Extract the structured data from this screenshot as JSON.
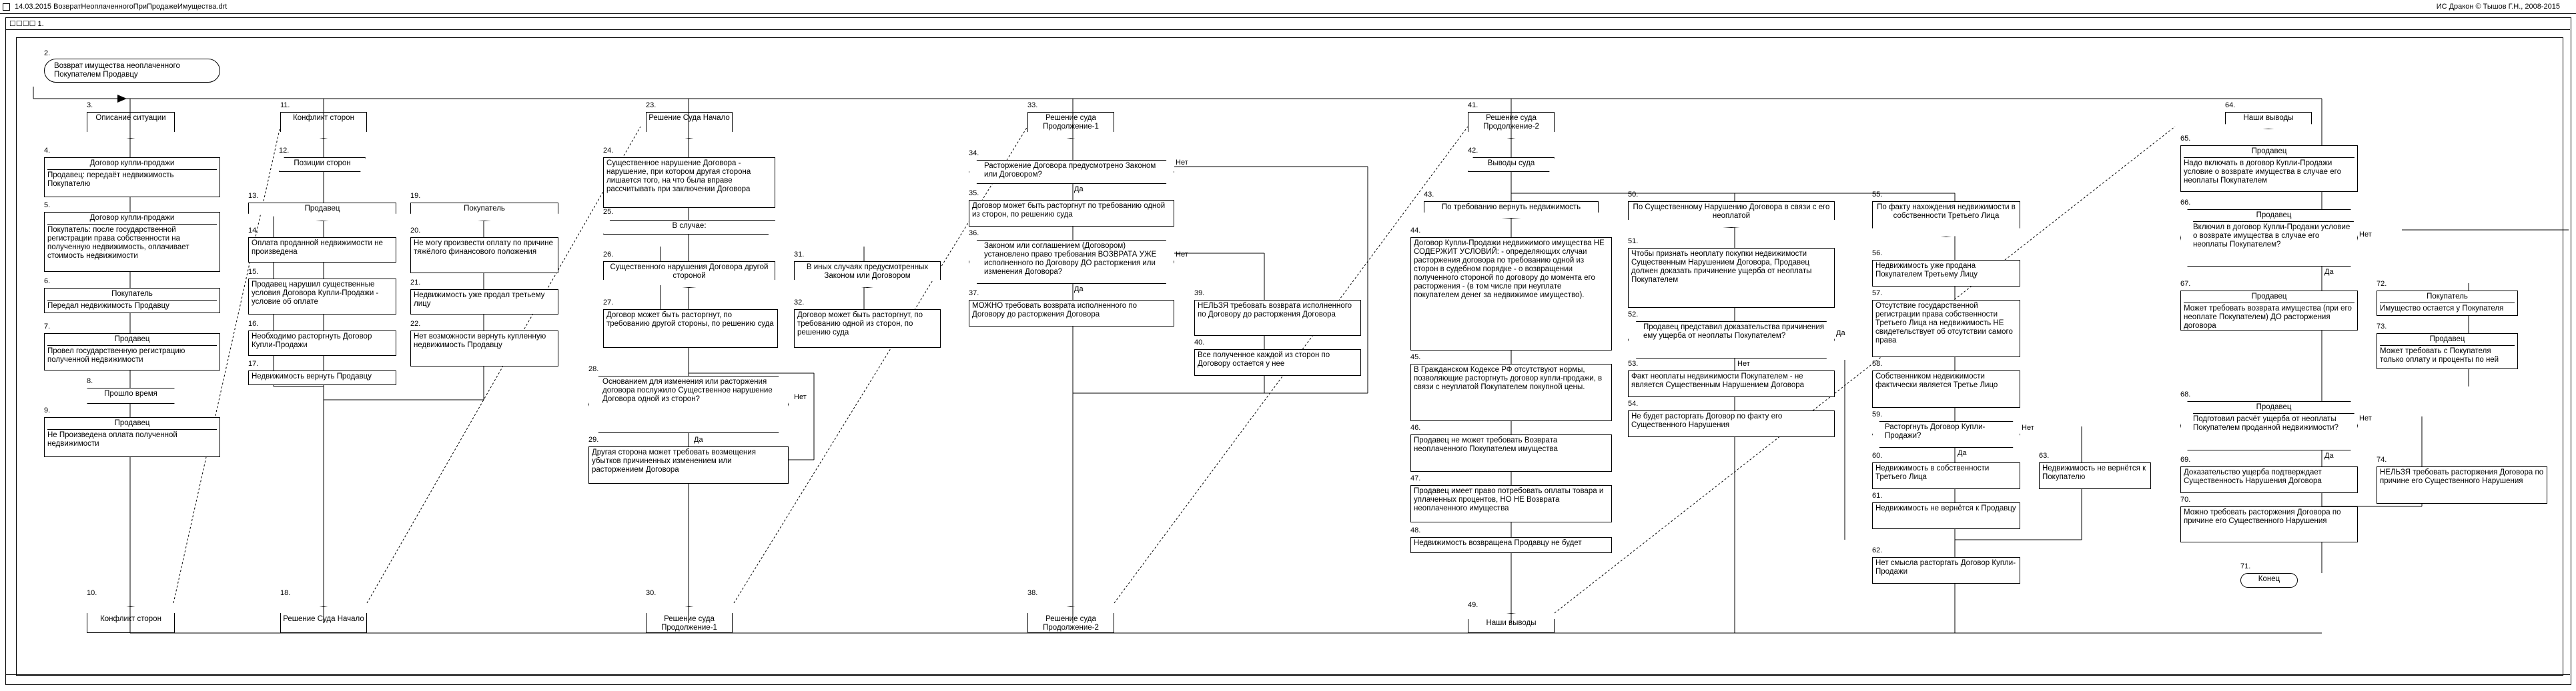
{
  "titlebar": {
    "left": "14.03.2015  ВозвратНеоплаченногоПриПродажеИмущества.drt",
    "right": "ИС Дракон © Тышов Г.Н., 2008-2015"
  },
  "toolbar": {
    "label": "1."
  },
  "start": {
    "num": "2.",
    "text": "Возврат имущества неоплаченного Покупателем Продавцу"
  },
  "branches": [
    {
      "num": "3.",
      "text": "Описание ситуации"
    },
    {
      "num": "11.",
      "text": "Конфликт сторон"
    },
    {
      "num": "23.",
      "text": "Решение Суда Начало"
    },
    {
      "num": "33.",
      "text": "Решение суда Продолжение-1"
    },
    {
      "num": "41.",
      "text": "Решение суда Продолжение-2"
    },
    {
      "num": "64.",
      "text": "Наши выводы"
    }
  ],
  "addresses": [
    {
      "num": "10.",
      "text": "Конфликт сторон"
    },
    {
      "num": "18.",
      "text": "Решение Суда Начало"
    },
    {
      "num": "30.",
      "text": "Решение суда Продолжение-1"
    },
    {
      "num": "38.",
      "text": "Решение суда Продолжение-2"
    },
    {
      "num": "49.",
      "text": "Наши выводы"
    }
  ],
  "col1": [
    {
      "num": "4.",
      "title": "Договор купли-продажи",
      "body": "Продавец: передаёт недвижимость Покупателю"
    },
    {
      "num": "5.",
      "title": "Договор купли-продажи",
      "body": "Покупатель: после государственной регистрации права собственности на полученную недвижимость, оплачивает стоимость недвижимости"
    },
    {
      "num": "6.",
      "title": "Покупатель",
      "body": "Передал недвижимость Продавцу"
    },
    {
      "num": "7.",
      "title": "Продавец",
      "body": "Провел государственную регистрацию полученной недвижимости"
    },
    {
      "num": "8.",
      "title": "Прошло время",
      "body": ""
    },
    {
      "num": "9.",
      "title": "Продавец",
      "body": "Не Произведена оплата полученной недвижимости"
    }
  ],
  "col2": {
    "shelf": {
      "num": "12.",
      "text": "Позиции сторон"
    },
    "left_head": {
      "num": "13.",
      "text": "Продавец"
    },
    "right_head": {
      "num": "19.",
      "text": "Покупатель"
    },
    "left": [
      {
        "num": "14.",
        "text": "Оплата проданной недвижимости не произведена"
      },
      {
        "num": "15.",
        "text": "Продавец нарушил существенные условия Договора Купли-Продажи - условие об оплате"
      },
      {
        "num": "16.",
        "text": "Необходимо расторгнуть Договор Купли-Продажи"
      },
      {
        "num": "17.",
        "text": "Недвижимость вернуть Продавцу"
      }
    ],
    "right": [
      {
        "num": "20.",
        "text": "Не могу произвести оплату по причине тяжёлого финансового положения"
      },
      {
        "num": "21.",
        "text": "Недвижимость уже продал третьему лицу"
      },
      {
        "num": "22.",
        "text": "Нет возможности вернуть купленную недвижимость Продавцу"
      }
    ]
  },
  "col3": {
    "n24": {
      "num": "24.",
      "text": "Существенное нарушение Договора - нарушение, при котором другая сторона лишается того, на что была вправе рассчитывать при заключении Договора"
    },
    "n25": {
      "num": "25.",
      "text": "В случае:"
    },
    "n26": {
      "num": "26.",
      "text": "Существенного нарушения Договора другой стороной"
    },
    "n31": {
      "num": "31.",
      "text": "В иных случаях предусмотренных Законом или Договором"
    },
    "n27": {
      "num": "27.",
      "text": "Договор может быть расторгнут, по требованию другой стороны, по решению суда"
    },
    "n32": {
      "num": "32.",
      "text": "Договор может быть расторгнут, по требованию одной из сторон, по решению суда"
    },
    "n28": {
      "num": "28.",
      "text": "Основанием для изменения или расторжения договора послужило Существенное нарушение Договора одной из сторон?",
      "yes": "Да",
      "no": "Нет"
    },
    "n29": {
      "num": "29.",
      "text": "Другая сторона может требовать возмещения убытков причиненных изменением или расторжением Договора"
    }
  },
  "col4": {
    "n34": {
      "num": "34.",
      "text": "Расторжение Договора предусмотрено Законом или Договором?",
      "yes": "Да",
      "no": "Нет"
    },
    "n35": {
      "num": "35.",
      "text": "Договор может быть расторгнут по требованию одной из сторон, по решению суда"
    },
    "n36": {
      "num": "36.",
      "text": "Законом или соглашением (Договором) установлено право требования ВОЗВРАТА УЖЕ исполненного по Договору ДО расторжения или изменения Договора?",
      "yes": "Да",
      "no": "Нет"
    },
    "n37": {
      "num": "37.",
      "text": "МОЖНО требовать возврата исполненного по Договору до расторжения Договора"
    },
    "n39": {
      "num": "39.",
      "text": "НЕЛЬЗЯ требовать возврата исполненного по Договору до расторжения Договора"
    },
    "n40": {
      "num": "40.",
      "text": "Все полученное каждой из сторон по Договору остается у нее"
    }
  },
  "col5": {
    "shelf": {
      "num": "42.",
      "text": "Выводы суда"
    },
    "n43": {
      "num": "43.",
      "text": "По требованию вернуть недвижимость"
    },
    "n44": {
      "num": "44.",
      "text": "Договор Купли-Продажи недвижимого имущества НЕ СОДЕРЖИТ УСЛОВИЙ: - определяющих случаи расторжения договора по требованию одной из сторон в судебном порядке - о возвращении полученного стороной по договору до момента его расторжения - (в том числе при неуплате покупателем денег за недвижимое имущество)."
    },
    "n45": {
      "num": "45.",
      "text": "В Гражданском Кодексе РФ отсутствуют нормы, позволяющие расторгнуть договор купли-продажи, в связи с неуплатой Покупателем покупной цены."
    },
    "n46": {
      "num": "46.",
      "text": "Продавец не может требовать Возврата неоплаченного Покупателем имущества"
    },
    "n47": {
      "num": "47.",
      "text": "Продавец имеет право потребовать оплаты товара и уплаченных процентов, НО НЕ Возврата неоплаченного имущества"
    },
    "n48": {
      "num": "48.",
      "text": "Недвижимость возвращена Продавцу не будет"
    }
  },
  "col6": {
    "n50": {
      "num": "50.",
      "text": "По Существенному Нарушению Договора в связи с его неоплатой"
    },
    "n51": {
      "num": "51.",
      "text": "Чтобы признать неоплату покупки недвижимости Существенным Нарушением Договора, Продавец должен доказать причинение ущерба от неоплаты Покупателем"
    },
    "n52": {
      "num": "52.",
      "text": "Продавец представил доказательства причинения ему ущерба от неоплаты Покупателем?",
      "yes": "Да",
      "no": "Нет"
    },
    "n53": {
      "num": "53.",
      "text": "Факт неоплаты недвижимости Покупателем - не является Существенным Нарушением Договора"
    },
    "n54": {
      "num": "54.",
      "text": "Не будет расторгать Договор по факту его Существенного Нарушения"
    }
  },
  "col7": {
    "n55": {
      "num": "55.",
      "text": "По факту нахождения недвижимости в собственности Третьего Лица"
    },
    "n56": {
      "num": "56.",
      "text": "Недвижимость уже продана Покупателем Третьему Лицу"
    },
    "n57": {
      "num": "57.",
      "text": "Отсутствие государственной регистрации права собственности Третьего Лица на недвижимость НЕ свидетельствует об отсутствии самого права"
    },
    "n58": {
      "num": "58.",
      "text": "Собственником недвижимости фактически является Третье Лицо"
    },
    "n59": {
      "num": "59.",
      "text": "Расторгнуть Договор Купли-Продажи?",
      "yes": "Да",
      "no": "Нет"
    },
    "n60": {
      "num": "60.",
      "text": "Недвижимость в собственности Третьего Лица"
    },
    "n61": {
      "num": "61.",
      "text": "Недвижимость не вернётся к Продавцу"
    },
    "n62": {
      "num": "62.",
      "text": "Нет смысла расторгать Договор Купли-Продажи"
    },
    "n63": {
      "num": "63.",
      "text": "Недвижимость не вернётся к Покупателю"
    }
  },
  "col8": {
    "n65": {
      "num": "65.",
      "title": "Продавец",
      "text": "Надо включать в договор Купли-Продажи условие о возврате имущества в случае его неоплаты Покупателем"
    },
    "n66": {
      "num": "66.",
      "title": "Продавец",
      "text": "Включил в договор Купли-Продажи условие о возврате имущества в случае его неоплаты Покупателем?",
      "yes": "Да",
      "no": "Нет"
    },
    "n67": {
      "num": "67.",
      "title": "Продавец",
      "text": "Может требовать возврата имущества (при его неоплате Покупателем) ДО расторжения договора"
    },
    "n72": {
      "num": "72.",
      "title": "Покупатель",
      "text": "Имущество остается у Покупателя"
    },
    "n73": {
      "num": "73.",
      "title": "Продавец",
      "text": "Может требовать с Покупателя только оплату и проценты по ней"
    },
    "n68": {
      "num": "68.",
      "title": "Продавец",
      "text": "Подготовил расчёт ущерба от неоплаты Покупателем проданной недвижимости?",
      "yes": "Да",
      "no": "Нет"
    },
    "n69": {
      "num": "69.",
      "text": "Доказательство ущерба подтверждает Существенность Нарушения Договора"
    },
    "n74": {
      "num": "74.",
      "text": "НЕЛЬЗЯ требовать расторжения Договора по причине его Существенного Нарушения"
    },
    "n70": {
      "num": "70.",
      "text": "Можно требовать расторжения Договора по причине его Существенного Нарушения"
    },
    "end": {
      "num": "71.",
      "text": "Конец"
    }
  }
}
